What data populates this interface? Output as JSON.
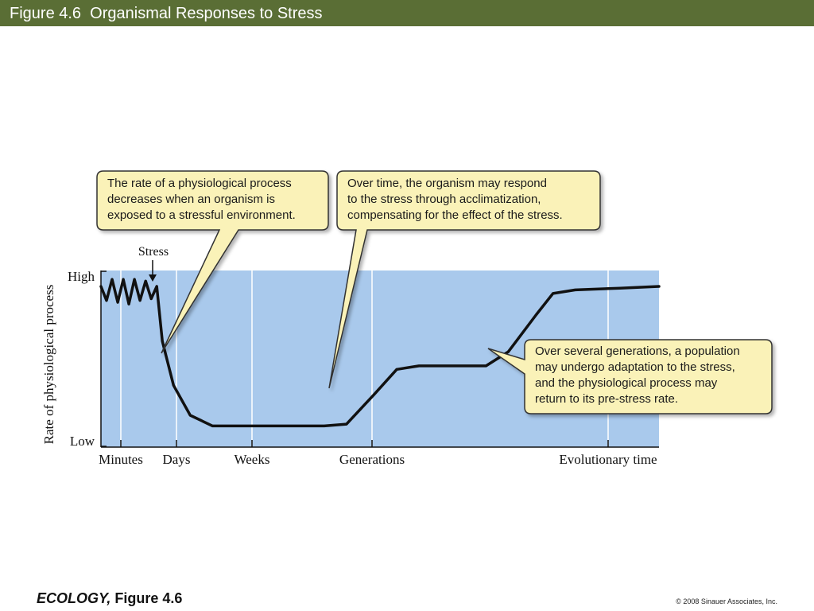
{
  "header": {
    "title": "Figure 4.6  Organismal Responses to Stress"
  },
  "chart_data": {
    "type": "line",
    "ylabel": "Rate of physiological process",
    "ytick_labels": [
      "High",
      "Low"
    ],
    "xtick_labels": [
      "Minutes",
      "Days",
      "Weeks",
      "Generations",
      "Evolutionary time"
    ],
    "stress_label": "Stress",
    "grid": true,
    "series": [
      {
        "values": [
          {
            "x": 0.0,
            "y": 0.91
          },
          {
            "x": 0.01,
            "y": 0.83
          },
          {
            "x": 0.02,
            "y": 0.95
          },
          {
            "x": 0.03,
            "y": 0.82
          },
          {
            "x": 0.04,
            "y": 0.95
          },
          {
            "x": 0.05,
            "y": 0.81
          },
          {
            "x": 0.06,
            "y": 0.95
          },
          {
            "x": 0.07,
            "y": 0.83
          },
          {
            "x": 0.08,
            "y": 0.94
          },
          {
            "x": 0.09,
            "y": 0.84
          },
          {
            "x": 0.1,
            "y": 0.91
          },
          {
            "x": 0.11,
            "y": 0.6
          },
          {
            "x": 0.13,
            "y": 0.35
          },
          {
            "x": 0.16,
            "y": 0.18
          },
          {
            "x": 0.2,
            "y": 0.12
          },
          {
            "x": 0.25,
            "y": 0.12
          },
          {
            "x": 0.4,
            "y": 0.12
          },
          {
            "x": 0.44,
            "y": 0.13
          },
          {
            "x": 0.49,
            "y": 0.3
          },
          {
            "x": 0.53,
            "y": 0.44
          },
          {
            "x": 0.57,
            "y": 0.46
          },
          {
            "x": 0.69,
            "y": 0.46
          },
          {
            "x": 0.73,
            "y": 0.54
          },
          {
            "x": 0.78,
            "y": 0.75
          },
          {
            "x": 0.81,
            "y": 0.87
          },
          {
            "x": 0.85,
            "y": 0.89
          },
          {
            "x": 0.93,
            "y": 0.9
          },
          {
            "x": 1.0,
            "y": 0.91
          }
        ]
      }
    ],
    "annotations": [
      {
        "lines": [
          "The rate of a physiological process",
          "decreases when an organism is",
          "exposed to a stressful environment."
        ]
      },
      {
        "lines": [
          "Over time, the organism may respond",
          "to the stress through acclimatization,",
          "compensating for the effect of the stress."
        ]
      },
      {
        "lines": [
          "Over several generations, a population",
          "may undergo adaptation to the stress,",
          "and the physiological process may",
          "return to its pre-stress rate."
        ]
      }
    ]
  },
  "footer": {
    "book": "ECOLOGY,",
    "figure": " Figure 4.6",
    "copyright": "© 2008 Sinauer Associates, Inc."
  },
  "colors": {
    "title_bar": "#5a6e35",
    "plot_bg": "#a9c9ec",
    "callout_fill": "#faf2b8",
    "curve": "#111111"
  }
}
